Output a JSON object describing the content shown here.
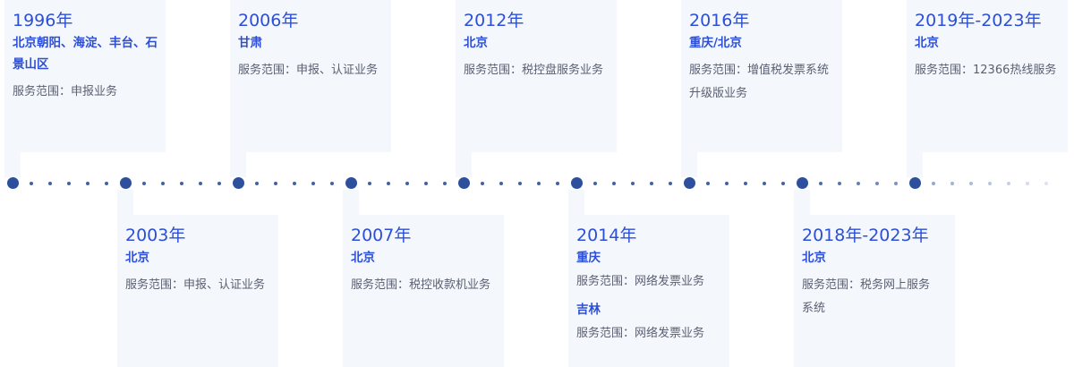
{
  "timeline": {
    "events": [
      {
        "year": "1996年",
        "location": "北京朝阳、海淀、丰台、石景山区",
        "service": "服务范围：申报业务"
      },
      {
        "year": "2003年",
        "location": "北京",
        "service": "服务范围：申报、认证业务"
      },
      {
        "year": "2006年",
        "location": "甘肃",
        "service": "服务范围：申报、认证业务"
      },
      {
        "year": "2007年",
        "location": "北京",
        "service": "服务范围：税控收款机业务"
      },
      {
        "year": "2012年",
        "location": "北京",
        "service": "服务范围：税控盘服务业务"
      },
      {
        "year": "2014年",
        "location": "重庆",
        "service": "服务范围：网络发票业务",
        "location2": "吉林",
        "service2": "服务范围：网络发票业务"
      },
      {
        "year": "2016年",
        "location": "重庆/北京",
        "service": "服务范围：增值税发票系统升级版业务"
      },
      {
        "year": "2018年-2023年",
        "location": "北京",
        "service": "服务范围：税务网上服务系统"
      },
      {
        "year": "2019年-2023年",
        "location": "北京",
        "service": "服务范围：12366热线服务"
      }
    ]
  },
  "colors": {
    "accent": "#2d4fd6",
    "node": "#2e4f9c",
    "card_bg": "#f4f7fc",
    "text": "#5a6070"
  }
}
